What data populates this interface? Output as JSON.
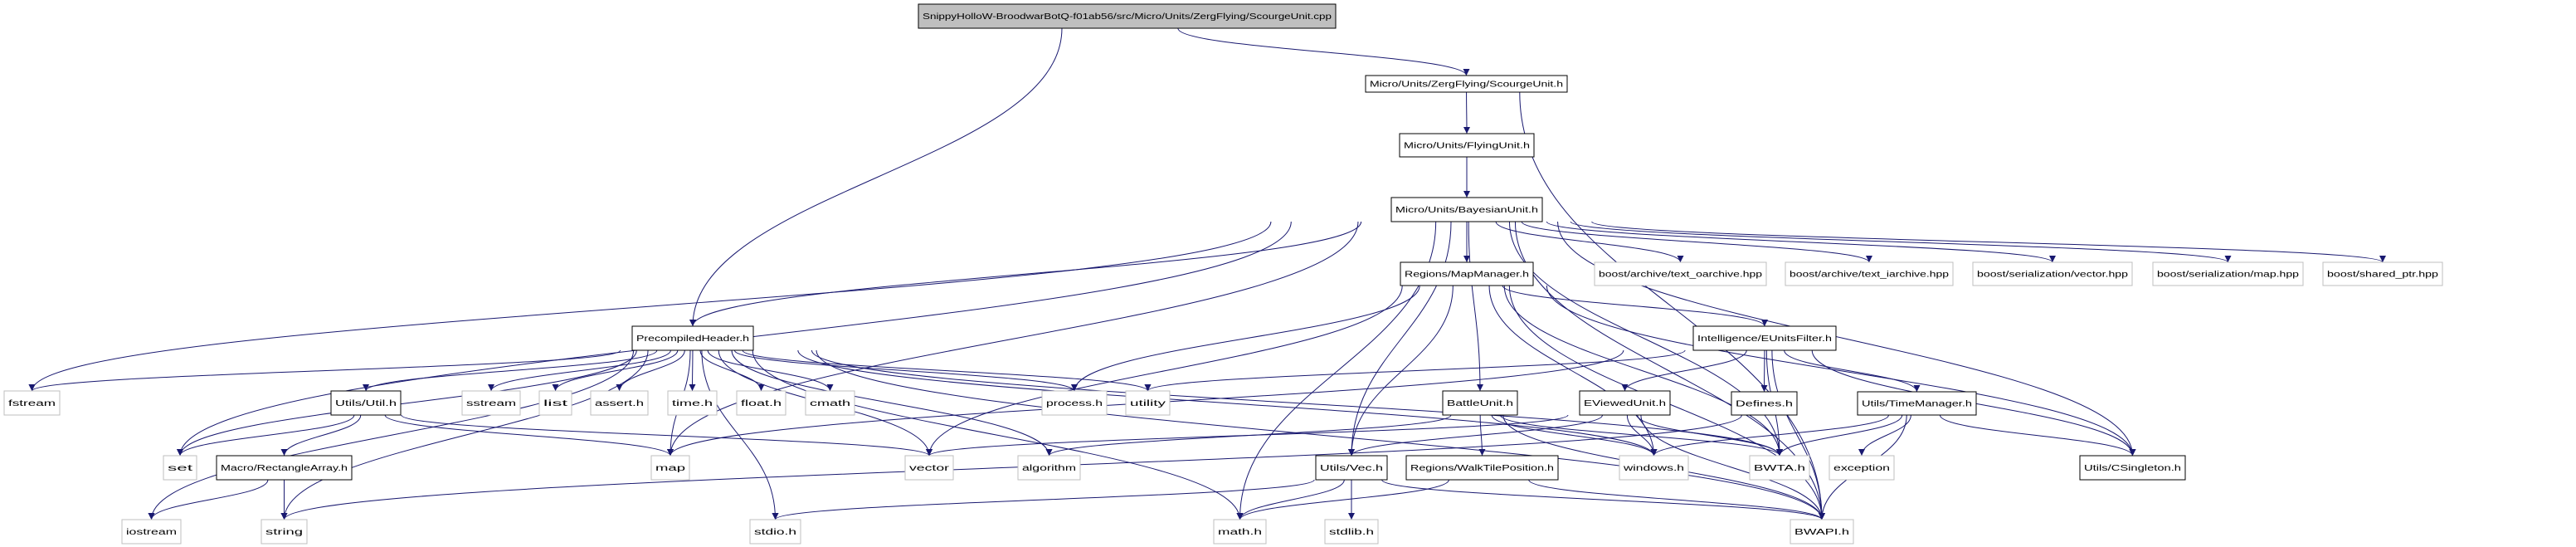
{
  "colors": {
    "edge": "#191970",
    "root_fill": "#bfbfbf",
    "documented_border": "#000000",
    "external_border": "#bfbfbf"
  },
  "nodes": [
    {
      "id": "root",
      "label": "SnippyHolloW-BroodwarBotQ-f01ab56/src/Micro/Units/ZergFlying/ScourgeUnit.cpp",
      "kind": "root"
    },
    {
      "id": "scourge",
      "label": "Micro/Units/ZergFlying/ScourgeUnit.h",
      "kind": "documented"
    },
    {
      "id": "flying",
      "label": "Micro/Units/FlyingUnit.h",
      "kind": "documented"
    },
    {
      "id": "bayes",
      "label": "Micro/Units/BayesianUnit.h",
      "kind": "documented"
    },
    {
      "id": "pch",
      "label": "PrecompiledHeader.h",
      "kind": "documented"
    },
    {
      "id": "mapmgr",
      "label": "Regions/MapManager.h",
      "kind": "documented"
    },
    {
      "id": "toarch",
      "label": "boost/archive/text_oarchive.hpp",
      "kind": "external"
    },
    {
      "id": "tiarch",
      "label": "boost/archive/text_iarchive.hpp",
      "kind": "external"
    },
    {
      "id": "svec",
      "label": "boost/serialization/vector.hpp",
      "kind": "external"
    },
    {
      "id": "smap",
      "label": "boost/serialization/map.hpp",
      "kind": "external"
    },
    {
      "id": "sptr",
      "label": "boost/shared_ptr.hpp",
      "kind": "external"
    },
    {
      "id": "euf",
      "label": "Intelligence/EUnitsFilter.h",
      "kind": "documented"
    },
    {
      "id": "fstream",
      "label": "fstream",
      "kind": "external"
    },
    {
      "id": "util",
      "label": "Utils/Util.h",
      "kind": "documented"
    },
    {
      "id": "sstream",
      "label": "sstream",
      "kind": "external"
    },
    {
      "id": "list",
      "label": "list",
      "kind": "external"
    },
    {
      "id": "assert",
      "label": "assert.h",
      "kind": "external"
    },
    {
      "id": "time",
      "label": "time.h",
      "kind": "external"
    },
    {
      "id": "float",
      "label": "float.h",
      "kind": "external"
    },
    {
      "id": "cmath",
      "label": "cmath",
      "kind": "external"
    },
    {
      "id": "process",
      "label": "process.h",
      "kind": "external"
    },
    {
      "id": "utility",
      "label": "utility",
      "kind": "external"
    },
    {
      "id": "battle",
      "label": "BattleUnit.h",
      "kind": "documented"
    },
    {
      "id": "eviewed",
      "label": "EViewedUnit.h",
      "kind": "documented"
    },
    {
      "id": "defines",
      "label": "Defines.h",
      "kind": "documented"
    },
    {
      "id": "timemgr",
      "label": "Utils/TimeManager.h",
      "kind": "documented"
    },
    {
      "id": "set",
      "label": "set",
      "kind": "external"
    },
    {
      "id": "rect",
      "label": "Macro/RectangleArray.h",
      "kind": "documented"
    },
    {
      "id": "map",
      "label": "map",
      "kind": "external"
    },
    {
      "id": "vector",
      "label": "vector",
      "kind": "external"
    },
    {
      "id": "algorithm",
      "label": "algorithm",
      "kind": "external"
    },
    {
      "id": "vec",
      "label": "Utils/Vec.h",
      "kind": "documented"
    },
    {
      "id": "wtp",
      "label": "Regions/WalkTilePosition.h",
      "kind": "documented"
    },
    {
      "id": "windows",
      "label": "windows.h",
      "kind": "external"
    },
    {
      "id": "bwta",
      "label": "BWTA.h",
      "kind": "external"
    },
    {
      "id": "exception",
      "label": "exception",
      "kind": "external"
    },
    {
      "id": "csingleton",
      "label": "Utils/CSingleton.h",
      "kind": "documented"
    },
    {
      "id": "iostream",
      "label": "iostream",
      "kind": "external"
    },
    {
      "id": "string",
      "label": "string",
      "kind": "external"
    },
    {
      "id": "stdio",
      "label": "stdio.h",
      "kind": "external"
    },
    {
      "id": "math",
      "label": "math.h",
      "kind": "external"
    },
    {
      "id": "stdlib",
      "label": "stdlib.h",
      "kind": "external"
    },
    {
      "id": "bwapi",
      "label": "BWAPI.h",
      "kind": "external"
    }
  ],
  "edges": [
    [
      "root",
      "scourge"
    ],
    [
      "root",
      "pch"
    ],
    [
      "scourge",
      "flying"
    ],
    [
      "scourge",
      "bwapi"
    ],
    [
      "flying",
      "bayes"
    ],
    [
      "bayes",
      "fstream"
    ],
    [
      "bayes",
      "pch"
    ],
    [
      "bayes",
      "set"
    ],
    [
      "bayes",
      "map"
    ],
    [
      "bayes",
      "math"
    ],
    [
      "bayes",
      "vec"
    ],
    [
      "bayes",
      "mapmgr"
    ],
    [
      "bayes",
      "battle"
    ],
    [
      "bayes",
      "toarch"
    ],
    [
      "bayes",
      "tiarch"
    ],
    [
      "bayes",
      "svec"
    ],
    [
      "bayes",
      "smap"
    ],
    [
      "bayes",
      "sptr"
    ],
    [
      "bayes",
      "bwapi"
    ],
    [
      "bayes",
      "csingleton"
    ],
    [
      "bayes",
      "bwta"
    ],
    [
      "pch",
      "fstream"
    ],
    [
      "pch",
      "set"
    ],
    [
      "pch",
      "iostream"
    ],
    [
      "pch",
      "string"
    ],
    [
      "pch",
      "util"
    ],
    [
      "pch",
      "sstream"
    ],
    [
      "pch",
      "list"
    ],
    [
      "pch",
      "assert"
    ],
    [
      "pch",
      "time"
    ],
    [
      "pch",
      "float"
    ],
    [
      "pch",
      "cmath"
    ],
    [
      "pch",
      "stdio"
    ],
    [
      "pch",
      "map"
    ],
    [
      "pch",
      "process"
    ],
    [
      "pch",
      "utility"
    ],
    [
      "pch",
      "vector"
    ],
    [
      "pch",
      "algorithm"
    ],
    [
      "pch",
      "windows"
    ],
    [
      "pch",
      "math"
    ],
    [
      "pch",
      "bwapi"
    ],
    [
      "pch",
      "bwta"
    ],
    [
      "util",
      "set"
    ],
    [
      "util",
      "rect"
    ],
    [
      "util",
      "map"
    ],
    [
      "util",
      "vector"
    ],
    [
      "rect",
      "iostream"
    ],
    [
      "rect",
      "string"
    ],
    [
      "mapmgr",
      "process"
    ],
    [
      "mapmgr",
      "vector"
    ],
    [
      "mapmgr",
      "vec"
    ],
    [
      "mapmgr",
      "windows"
    ],
    [
      "mapmgr",
      "euf"
    ],
    [
      "mapmgr",
      "bwta"
    ],
    [
      "mapmgr",
      "csingleton"
    ],
    [
      "mapmgr",
      "bwapi"
    ],
    [
      "euf",
      "utility"
    ],
    [
      "euf",
      "map"
    ],
    [
      "euf",
      "eviewed"
    ],
    [
      "euf",
      "defines"
    ],
    [
      "euf",
      "timemgr"
    ],
    [
      "euf",
      "bwta"
    ],
    [
      "euf",
      "csingleton"
    ],
    [
      "euf",
      "bwapi"
    ],
    [
      "battle",
      "algorithm"
    ],
    [
      "battle",
      "wtp"
    ],
    [
      "battle",
      "windows"
    ],
    [
      "battle",
      "bwta"
    ],
    [
      "battle",
      "bwapi"
    ],
    [
      "eviewed",
      "vec"
    ],
    [
      "eviewed",
      "vector"
    ],
    [
      "eviewed",
      "windows"
    ],
    [
      "eviewed",
      "bwta"
    ],
    [
      "eviewed",
      "bwapi"
    ],
    [
      "timemgr",
      "string"
    ],
    [
      "timemgr",
      "windows"
    ],
    [
      "timemgr",
      "exception"
    ],
    [
      "timemgr",
      "bwapi"
    ],
    [
      "timemgr",
      "csingleton"
    ],
    [
      "timemgr",
      "bwta"
    ],
    [
      "vec",
      "stdio"
    ],
    [
      "vec",
      "math"
    ],
    [
      "vec",
      "stdlib"
    ],
    [
      "vec",
      "bwapi"
    ],
    [
      "wtp",
      "math"
    ],
    [
      "wtp",
      "bwapi"
    ]
  ]
}
